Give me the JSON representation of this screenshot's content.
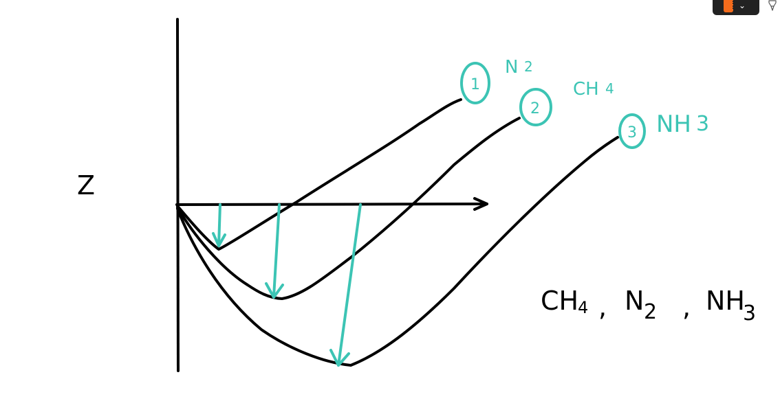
{
  "axis": {
    "z_label": "Z"
  },
  "curves": [
    {
      "number": "1",
      "label": "N",
      "label_sub": "2"
    },
    {
      "number": "2",
      "label": "CH",
      "label_sub": "4"
    },
    {
      "number": "3",
      "label": "NH",
      "label_sub": "3"
    }
  ],
  "ordering": {
    "items": [
      {
        "main": "CH",
        "sub": "4"
      },
      {
        "main": "N",
        "sub": "2"
      },
      {
        "main": "NH",
        "sub": "3"
      }
    ],
    "separator": ","
  },
  "colors": {
    "ink": "#000000",
    "highlight": "#3cc4b4",
    "toolbar_bg": "#222222",
    "record_button": "#f36b1c"
  },
  "toolbar": {
    "record_icon": "record-icon",
    "menu_icon": "chevron-down-icon",
    "pen_icon": "pen-icon"
  }
}
